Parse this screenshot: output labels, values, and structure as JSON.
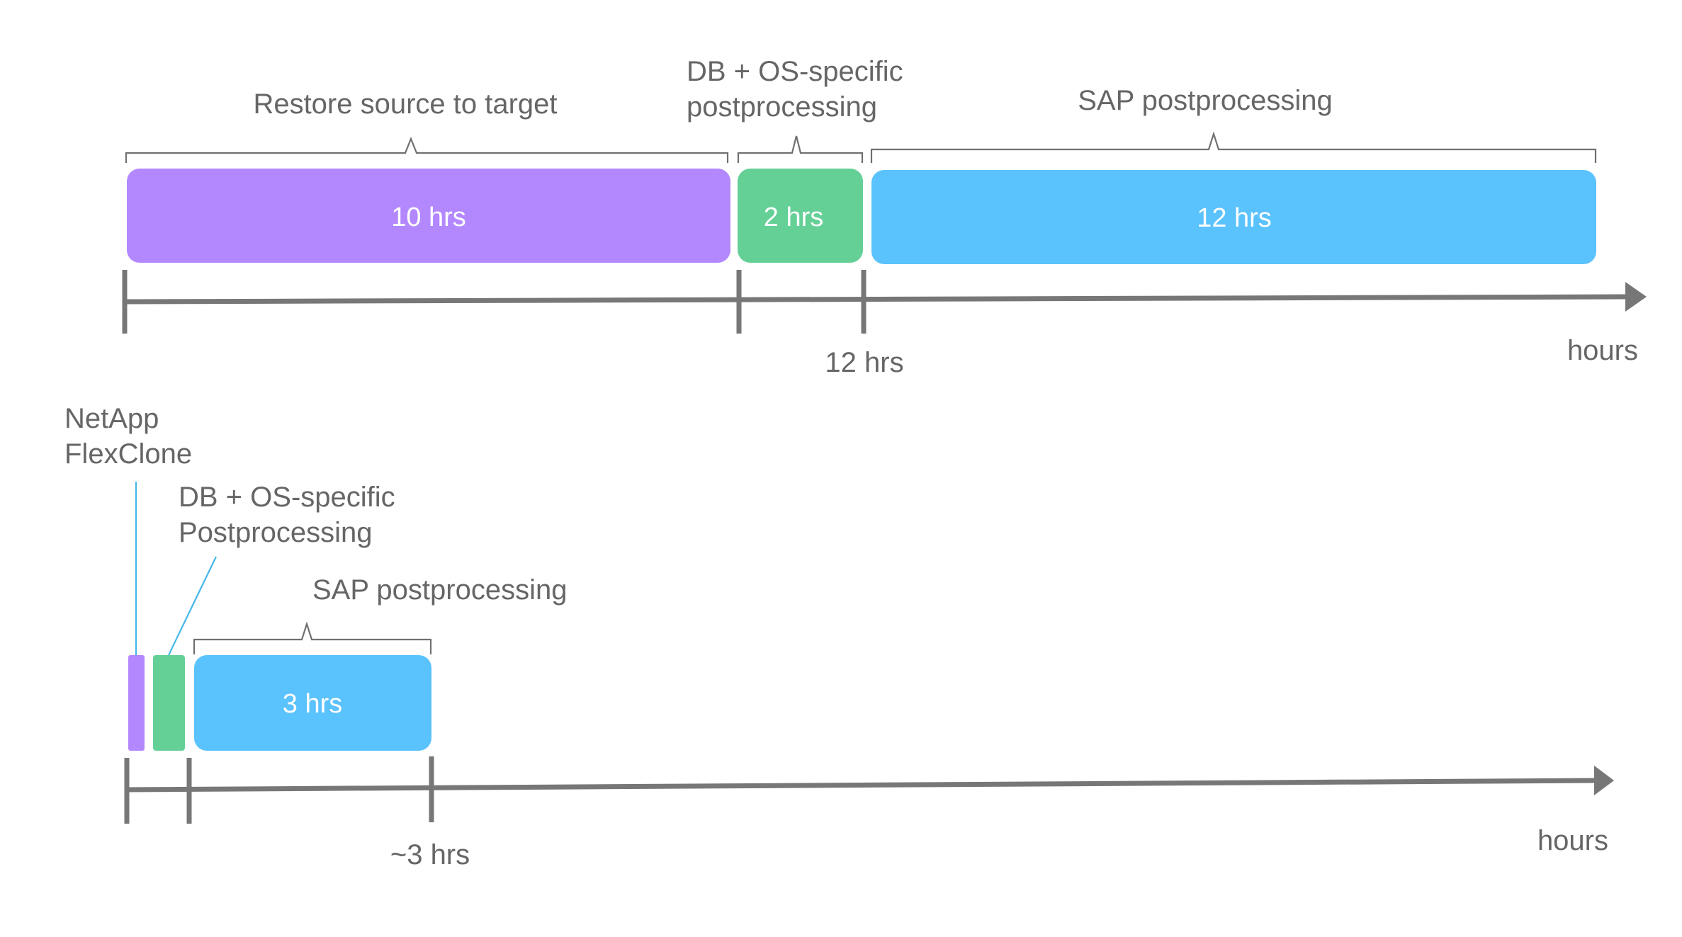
{
  "colors": {
    "purple": "#b388ff",
    "green": "#64d096",
    "blue": "#5ac2fd",
    "axis": "#777777",
    "text": "#666666",
    "leader": "#45b7e8"
  },
  "top": {
    "phase_restore_label": "Restore source to target",
    "phase_db_label_line1": "DB + OS-specific",
    "phase_db_label_line2": "postprocessing",
    "phase_sap_label": "SAP postprocessing",
    "bar_restore_value": "10 hrs",
    "bar_db_value": "2 hrs",
    "bar_sap_value": "12 hrs",
    "tick_label": "12 hrs",
    "axis_unit": "hours"
  },
  "bottom": {
    "flexclone_label_line1": "NetApp",
    "flexclone_label_line2": "FlexClone",
    "db_label_line1": "DB + OS-specific",
    "db_label_line2": "Postprocessing",
    "sap_label": "SAP postprocessing",
    "bar_sap_value": "3 hrs",
    "tick_label": "~3 hrs",
    "axis_unit": "hours"
  }
}
